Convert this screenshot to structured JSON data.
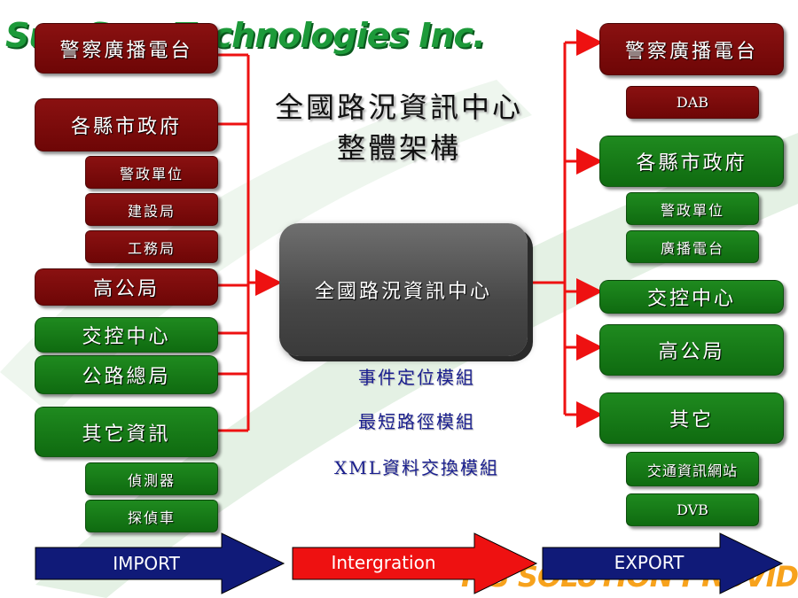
{
  "brand_text": "Sun Star Technologies Inc.",
  "tagline": "ITS SOLUTION PROVIDER",
  "title": {
    "line1": "全國路況資訊中心",
    "line2": "整體架構"
  },
  "center_label": "全國路況資訊中心",
  "modules": [
    "事件定位模組",
    "最短路徑模組",
    "XML資料交換模組"
  ],
  "import_sources": {
    "police_radio": "警察廣播電台",
    "county_gov": "各縣市政府",
    "county_subs": [
      "警政單位",
      "建設局",
      "工務局"
    ],
    "freeway_bureau": "高公局",
    "traffic_control": "交控中心",
    "highway_bureau": "公路總局",
    "other_info": "其它資訊",
    "other_subs": [
      "偵測器",
      "探偵車"
    ]
  },
  "export_targets": {
    "police_radio": "警察廣播電台",
    "police_radio_sub": "DAB",
    "county_gov": "各縣市政府",
    "county_subs": [
      "警政單位",
      "廣播電台"
    ],
    "traffic_control": "交控中心",
    "freeway_bureau": "高公局",
    "other": "其它",
    "other_subs": [
      "交通資訊網站",
      "DVB"
    ]
  },
  "flow_arrows": {
    "import": "IMPORT",
    "integration": "Intergration",
    "export": "EXPORT"
  },
  "colors": {
    "red_box": "#7a0b0b",
    "green_box": "#17801a",
    "connector": "#ee1111",
    "import_arrow": "#101a78",
    "integration_arrow": "#ee1111",
    "export_arrow": "#101a78",
    "module_text": "#1a1f8f",
    "brand": "#1d9a3a",
    "tagline": "#f7a21c"
  }
}
